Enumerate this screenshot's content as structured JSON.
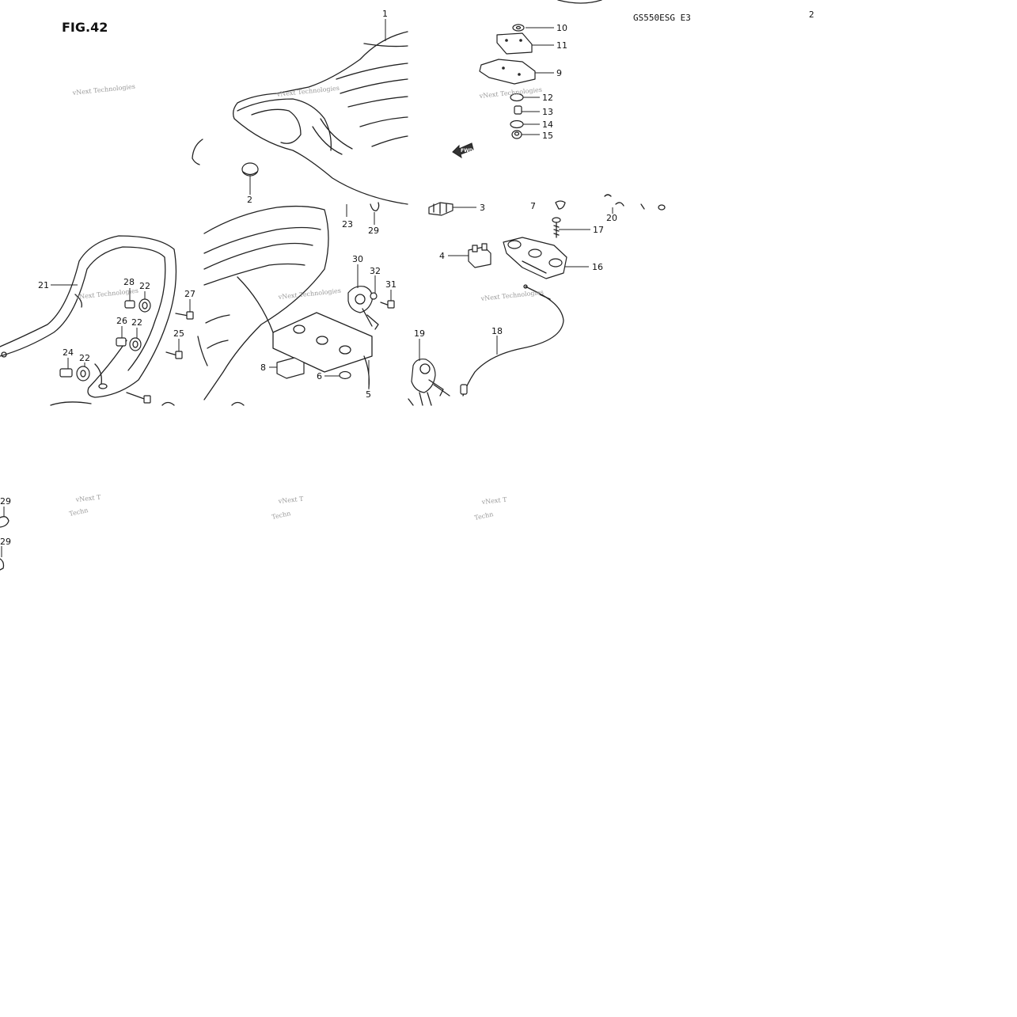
{
  "header": {
    "figure": "FIG.42",
    "model": "GS550ESG E3",
    "page": "2"
  },
  "fwd_label": "FWD",
  "watermark": {
    "full": "vNext Technologies",
    "partial_top": "vNext T",
    "partial_bottom": "Techn"
  },
  "callouts": {
    "c1": "1",
    "c2": "2",
    "c3": "3",
    "c4": "4",
    "c5": "5",
    "c6": "6",
    "c7": "7",
    "c8": "8",
    "c9": "9",
    "c10": "10",
    "c11": "11",
    "c12": "12",
    "c13": "13",
    "c14": "14",
    "c15": "15",
    "c16": "16",
    "c17": "17",
    "c18": "18",
    "c19": "19",
    "c20": "20",
    "c21": "21",
    "c22a": "22",
    "c22b": "22",
    "c22c": "22",
    "c23": "23",
    "c24": "24",
    "c25": "25",
    "c26": "26",
    "c27": "27",
    "c28": "28",
    "c29a": "29",
    "c29b": "29",
    "c29c": "29",
    "c30": "30",
    "c31": "31",
    "c32": "32"
  }
}
